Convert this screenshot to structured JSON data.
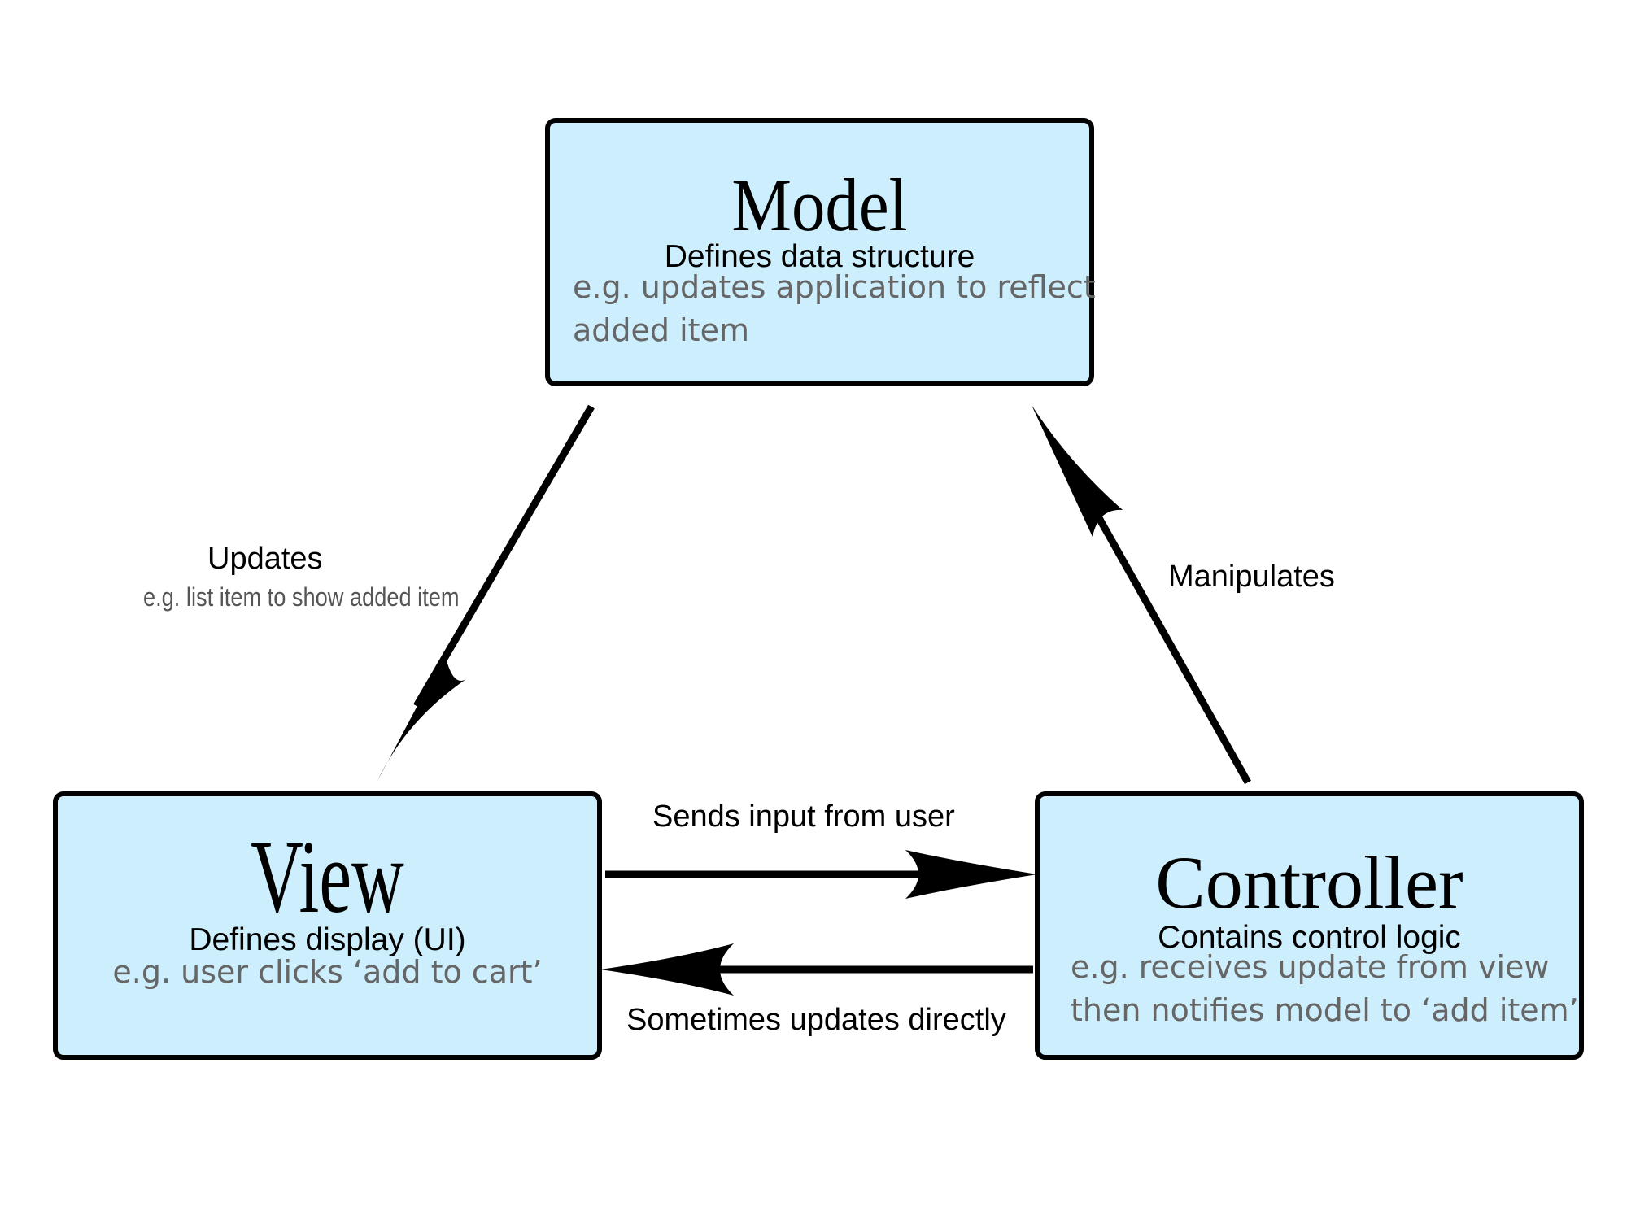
{
  "diagram": {
    "model": {
      "title": "Model",
      "subtitle": "Defines data structure",
      "example_line1": "e.g. updates application to reflect",
      "example_line2": "added item"
    },
    "view": {
      "title": "View",
      "subtitle": "Defines display (UI)",
      "example": "e.g. user clicks ‘add to cart’"
    },
    "controller": {
      "title": "Controller",
      "subtitle": "Contains control logic",
      "example_line1": "e.g. receives update from view",
      "example_line2": "then notifies model to ‘add item’"
    },
    "edges": {
      "model_to_view": {
        "label": "Updates",
        "sublabel": "e.g. list item to show added item"
      },
      "controller_to_model": {
        "label": "Manipulates"
      },
      "view_to_controller": {
        "label": "Sends input from user"
      },
      "controller_to_view": {
        "label": "Sometimes updates directly"
      }
    },
    "colors": {
      "box_fill": "#cdeefc",
      "box_border": "#000000",
      "arrow": "#000000",
      "example_text": "#666666"
    }
  }
}
